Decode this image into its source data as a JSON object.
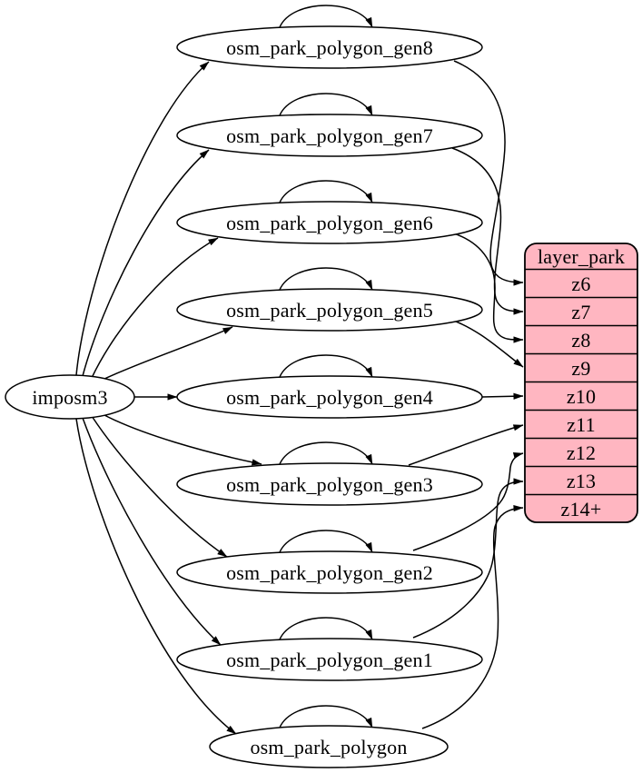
{
  "colors": {
    "background": "#ffffff",
    "node_fill": "#ffffff",
    "node_stroke": "#000000",
    "edge_color": "#000000",
    "layer_fill": "#ffb6c1",
    "text_color": "#000000"
  },
  "source": {
    "label": "imposm3"
  },
  "tables": [
    {
      "label": "osm_park_polygon_gen8",
      "from": "imposm3",
      "self_loop": true,
      "to_row": "z6"
    },
    {
      "label": "osm_park_polygon_gen7",
      "from": "imposm3",
      "self_loop": true,
      "to_row": "z7"
    },
    {
      "label": "osm_park_polygon_gen6",
      "from": "imposm3",
      "self_loop": true,
      "to_row": "z8"
    },
    {
      "label": "osm_park_polygon_gen5",
      "from": "imposm3",
      "self_loop": true,
      "to_row": "z9"
    },
    {
      "label": "osm_park_polygon_gen4",
      "from": "imposm3",
      "self_loop": true,
      "to_row": "z10"
    },
    {
      "label": "osm_park_polygon_gen3",
      "from": "imposm3",
      "self_loop": true,
      "to_row": "z11"
    },
    {
      "label": "osm_park_polygon_gen2",
      "from": "imposm3",
      "self_loop": true,
      "to_row": "z12"
    },
    {
      "label": "osm_park_polygon_gen1",
      "from": "imposm3",
      "self_loop": true,
      "to_row": "z13"
    },
    {
      "label": "osm_park_polygon",
      "from": "imposm3",
      "self_loop": true,
      "to_row": "z14+"
    }
  ],
  "layer": {
    "title": "layer_park",
    "rows": [
      "z6",
      "z7",
      "z8",
      "z9",
      "z10",
      "z11",
      "z12",
      "z13",
      "z14+"
    ]
  }
}
